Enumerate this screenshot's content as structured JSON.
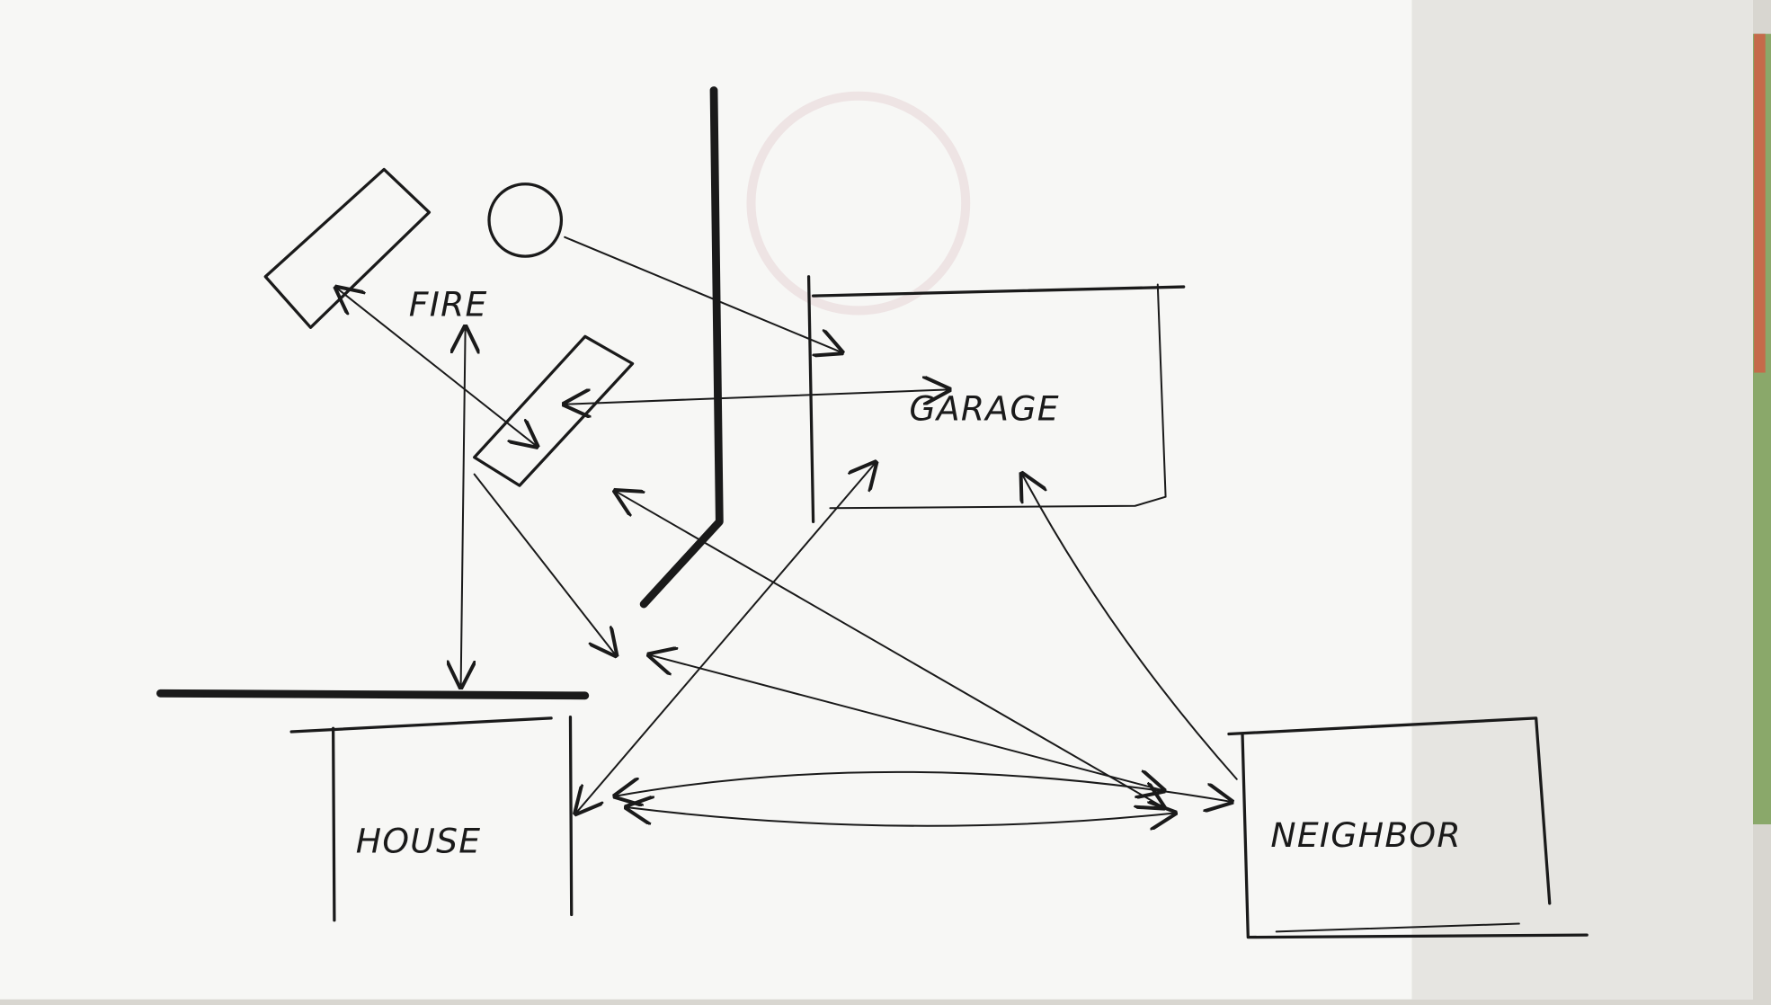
{
  "diagram": {
    "type": "hand-drawn site sketch on napkin",
    "labels": {
      "fire": "FIRE",
      "garage": "GARAGE",
      "house": "HOUSE",
      "neighbor": "NEIGHBOR"
    },
    "colors": {
      "ink": "#1a1a1a",
      "paper": "#f7f7f5",
      "paper_shadow": "#e4e3df"
    }
  }
}
